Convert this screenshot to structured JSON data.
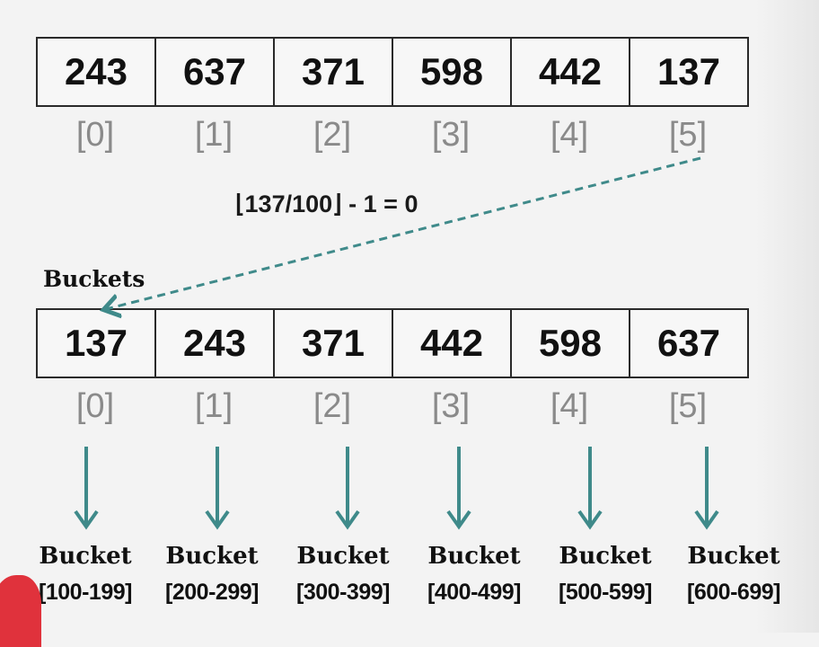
{
  "input_array": {
    "values": [
      "243",
      "637",
      "371",
      "598",
      "442",
      "137"
    ],
    "indices": [
      "[0]",
      "[1]",
      "[2]",
      "[3]",
      "[4]",
      "[5]"
    ]
  },
  "formula": "⌊137/100⌋ - 1 = 0",
  "buckets_title": "Buckets",
  "bucket_array": {
    "values": [
      "137",
      "243",
      "371",
      "442",
      "598",
      "637"
    ],
    "indices": [
      "[0]",
      "[1]",
      "[2]",
      "[3]",
      "[4]",
      "[5]"
    ]
  },
  "bucket_labels": [
    {
      "name": "Bucket",
      "range": "[100-199]"
    },
    {
      "name": "Bucket",
      "range": "[200-299]"
    },
    {
      "name": "Bucket",
      "range": "[300-399]"
    },
    {
      "name": "Bucket",
      "range": "[400-499]"
    },
    {
      "name": "Bucket",
      "range": "[500-599]"
    },
    {
      "name": "Bucket",
      "range": "[600-699]"
    }
  ],
  "colors": {
    "arrow": "#3f8a8a",
    "index_text": "#8a8a8a",
    "accent_blob": "#e0323c"
  }
}
